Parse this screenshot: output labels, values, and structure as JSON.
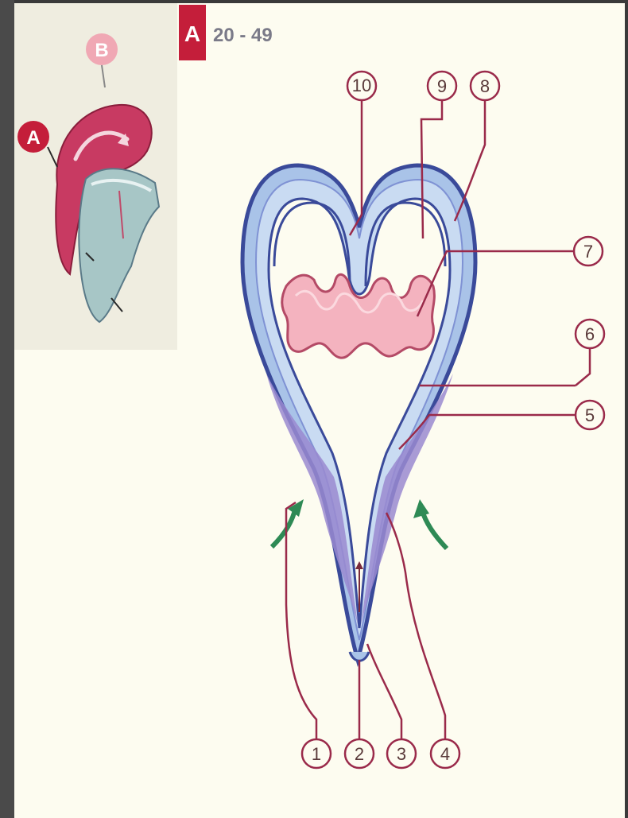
{
  "figure": {
    "panel_letter": "A",
    "figure_number": "20 - 49"
  },
  "inset": {
    "label_a": "A",
    "label_b": "B"
  },
  "callouts": {
    "c1": "1",
    "c2": "2",
    "c3": "3",
    "c4": "4",
    "c5": "5",
    "c6": "6",
    "c7": "7",
    "c8": "8",
    "c9": "9",
    "c10": "10"
  },
  "colors": {
    "background": "#fdfcf0",
    "frame": "#3a3a3a",
    "inset_background": "#efede0",
    "outer_wall": "#3a4a9a",
    "outer_wall_light": "#a9c3e8",
    "inner_wall": "#8fa0da",
    "cavity_purple": "#9a8ad0",
    "tissue_pink": "#f4b3bf",
    "tissue_outline": "#b44a66",
    "leader_line": "#9a2a4a",
    "badge_red": "#c41e3a",
    "arrow_green": "#2e8a55"
  }
}
